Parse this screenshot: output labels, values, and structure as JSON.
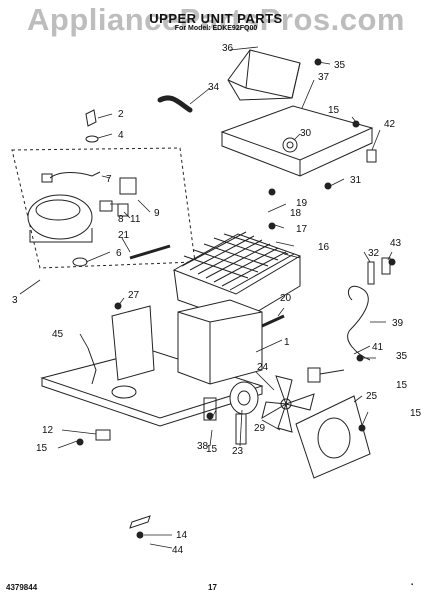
{
  "watermark": "AppliancePartsPros.com",
  "title": "UPPER UNIT PARTS",
  "subtitle": "For Model: EDKE92FQ00",
  "footer": {
    "doc_number": "4379844",
    "page_number": "17",
    "mark": "▪"
  },
  "callouts": [
    "1",
    "2",
    "3",
    "4",
    "6",
    "7",
    "8",
    "9",
    "11",
    "12",
    "14",
    "15",
    "15",
    "15",
    "15",
    "15",
    "16",
    "17",
    "18",
    "19",
    "20",
    "21",
    "23",
    "24",
    "25",
    "27",
    "29",
    "30",
    "31",
    "32",
    "34",
    "35",
    "35",
    "36",
    "37",
    "38",
    "39",
    "41",
    "42",
    "43",
    "44",
    "45"
  ]
}
